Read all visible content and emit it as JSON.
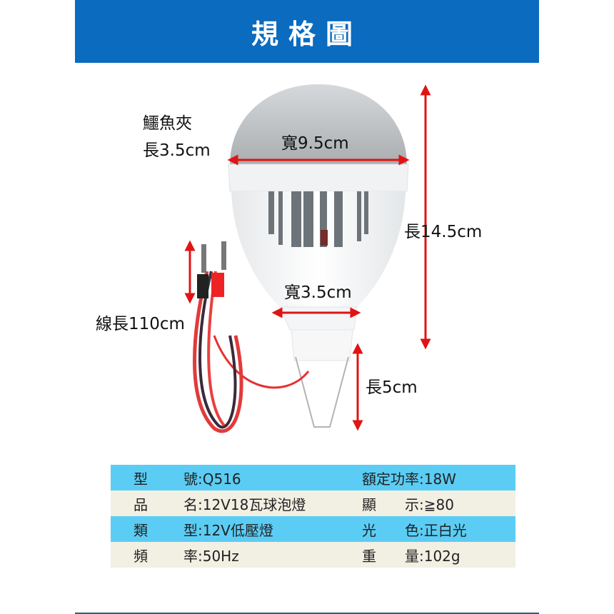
{
  "header": {
    "title": "規格圖",
    "bg_color": "#0a6bbf"
  },
  "dimensions": {
    "clip_name": "鱷魚夾",
    "clip_length": "長3.5cm",
    "head_width": "寬9.5cm",
    "total_length": "長14.5cm",
    "neck_width": "寬3.5cm",
    "hook_length": "長5cm",
    "cable_length": "線長110cm",
    "arrow_color": "#e01414"
  },
  "specs": {
    "rows": [
      {
        "k1": "型",
        "v1": "號:Q516",
        "k2": "額定功率:18W",
        "style": "blue"
      },
      {
        "k1": "品",
        "v1": "名:12V18瓦球泡燈",
        "k2": "顯　　示:≧80",
        "style": "cream"
      },
      {
        "k1": "類",
        "v1": "型:12V低壓燈",
        "k2": "光　　色:正白光",
        "style": "blue"
      },
      {
        "k1": "頻",
        "v1": "率:50Hz",
        "k2": "重　　量:102g",
        "style": "cream"
      }
    ]
  }
}
